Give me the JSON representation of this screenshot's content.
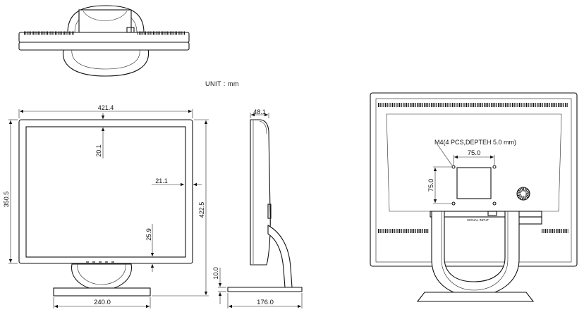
{
  "unit_label": "UNIT : mm",
  "front_view": {
    "width": "421.4",
    "top_bezel": "20.1",
    "side_bezel": "21.1",
    "bottom_bezel": "25.9",
    "panel_height": "350.5",
    "total_height": "422.5",
    "stand_width": "240.0"
  },
  "side_view": {
    "depth": "48.1",
    "base_thickness": "10.0",
    "base_depth": "176.0"
  },
  "rear_view": {
    "vesa_spec": "M4(4 PCS,DEPTEH 5.0 mm)",
    "vesa_h": "75.0",
    "vesa_v": "75.0",
    "signal_label": "SIGNAL INPUT"
  }
}
